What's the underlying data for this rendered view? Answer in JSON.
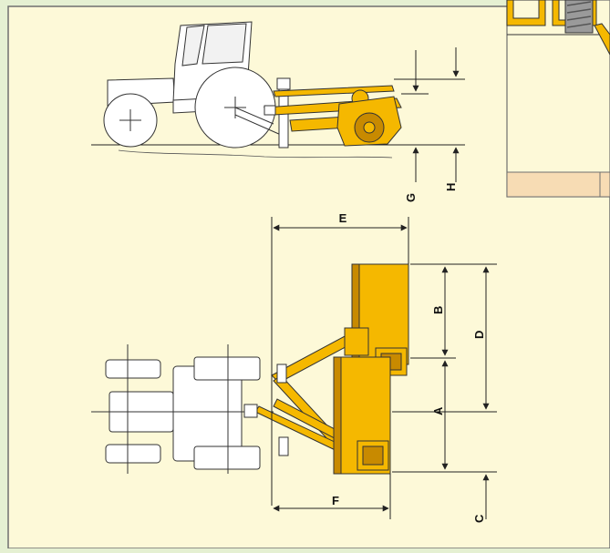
{
  "colors": {
    "background": "#e5f0d2",
    "panel": "#fdf9d8",
    "frame": "#6f6f6f",
    "implement_yellow": "#f5b800",
    "implement_dark": "#c88a00",
    "line": "#222222",
    "inset_orange": "#f7dcb4"
  },
  "side_view": {
    "labels": {
      "g": "G",
      "h": "H"
    }
  },
  "top_view": {
    "labels": {
      "a": "A",
      "b": "B",
      "c": "C",
      "d": "D",
      "e": "E",
      "f": "F"
    }
  }
}
